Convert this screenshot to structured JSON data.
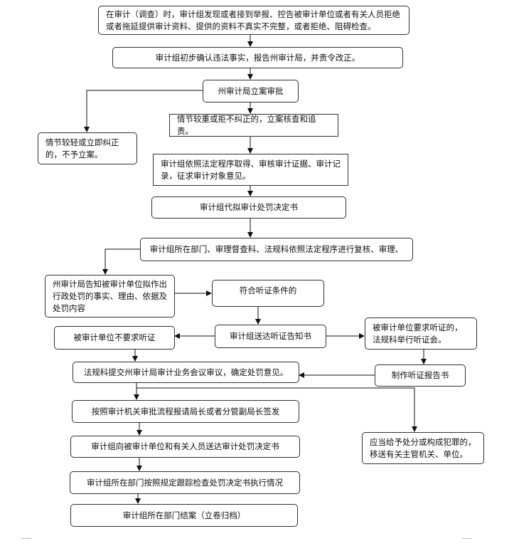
{
  "flowchart": {
    "nodes": {
      "start": "在审计（调查）时，审计组发现或者接到举报、控告被审计单位或者有关人员拒绝或者拖延提供审计资料、提供的资料不真实不完整，或者拒绝、阻碍检查。",
      "preliminary_confirm": "审计组初步确认违法事实，报告州审计局，并责令改正。",
      "filing_approval": "州审计局立案审批",
      "minor_no_filing": "情节较轻或立即纠正的，不予立案。",
      "serious_filing": "情节较重或拒不纠正的，立案核查和追责。",
      "obtain_evidence": "审计组依照法定程序取得、审核审计证据、审计记录，征求审计对象意见。",
      "draft_decision": "审计组代拟审计处罚决定书",
      "review": "审计组所在部门、审理督查科、法规科依照法定程序进行复核、审理、",
      "notify_unit": "州审计局告知被审计单位拟作出行政处罚的事实、理由、依据及处罚内容",
      "hearing_conditions": "符合听证条件的",
      "deliver_hearing_notice": "审计组送达听证告知书",
      "no_hearing_requested": "被审计单位不要求听证",
      "hearing_requested": "被审计单位要求听证的，法规科举行听证会。",
      "hearing_report": "制作听证报告书",
      "submit_meeting": "法规科提交州审计局审计业务会议审议，确定处罚意见。",
      "sign_off": "按照审计机关审批流程报请局长或者分管副局长签发",
      "transfer": "应当给予处分或构成犯罪的，移送有关主管机关、单位。",
      "deliver_decision": "审计组向被审计单位和有关人员送达审计处罚决定书",
      "track_execution": "审计组所在部门按照规定跟踪检查处罚决定书执行情况",
      "close_case": "审计组所在部门结案（立卷归档）"
    }
  }
}
